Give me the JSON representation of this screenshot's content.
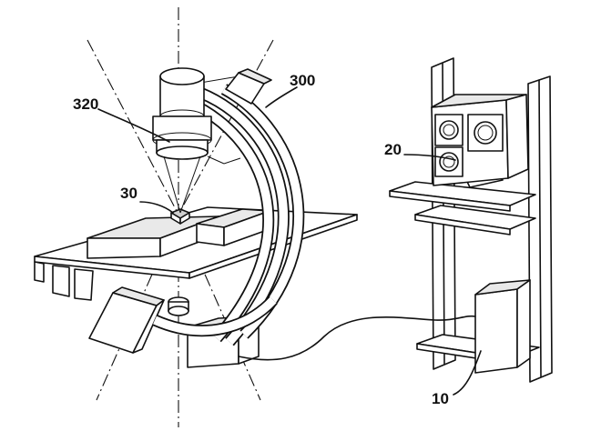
{
  "labels": {
    "c_arm": "300",
    "xray_source": "320",
    "target": "30",
    "display_unit": "20",
    "controller": "10"
  }
}
